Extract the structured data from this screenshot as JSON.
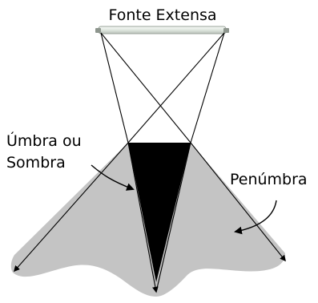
{
  "source_label": "Fonte Extensa",
  "umbra_label": {
    "line1": "Úmbra ou",
    "line2": "Sombra"
  },
  "penumbra_label": "Penúmbra",
  "colors": {
    "background": "#ffffff",
    "penumbra_fill": "#c4c4c4",
    "umbra_fill": "#000000",
    "rays": "#000000",
    "source_tube": "#e6ece6"
  }
}
